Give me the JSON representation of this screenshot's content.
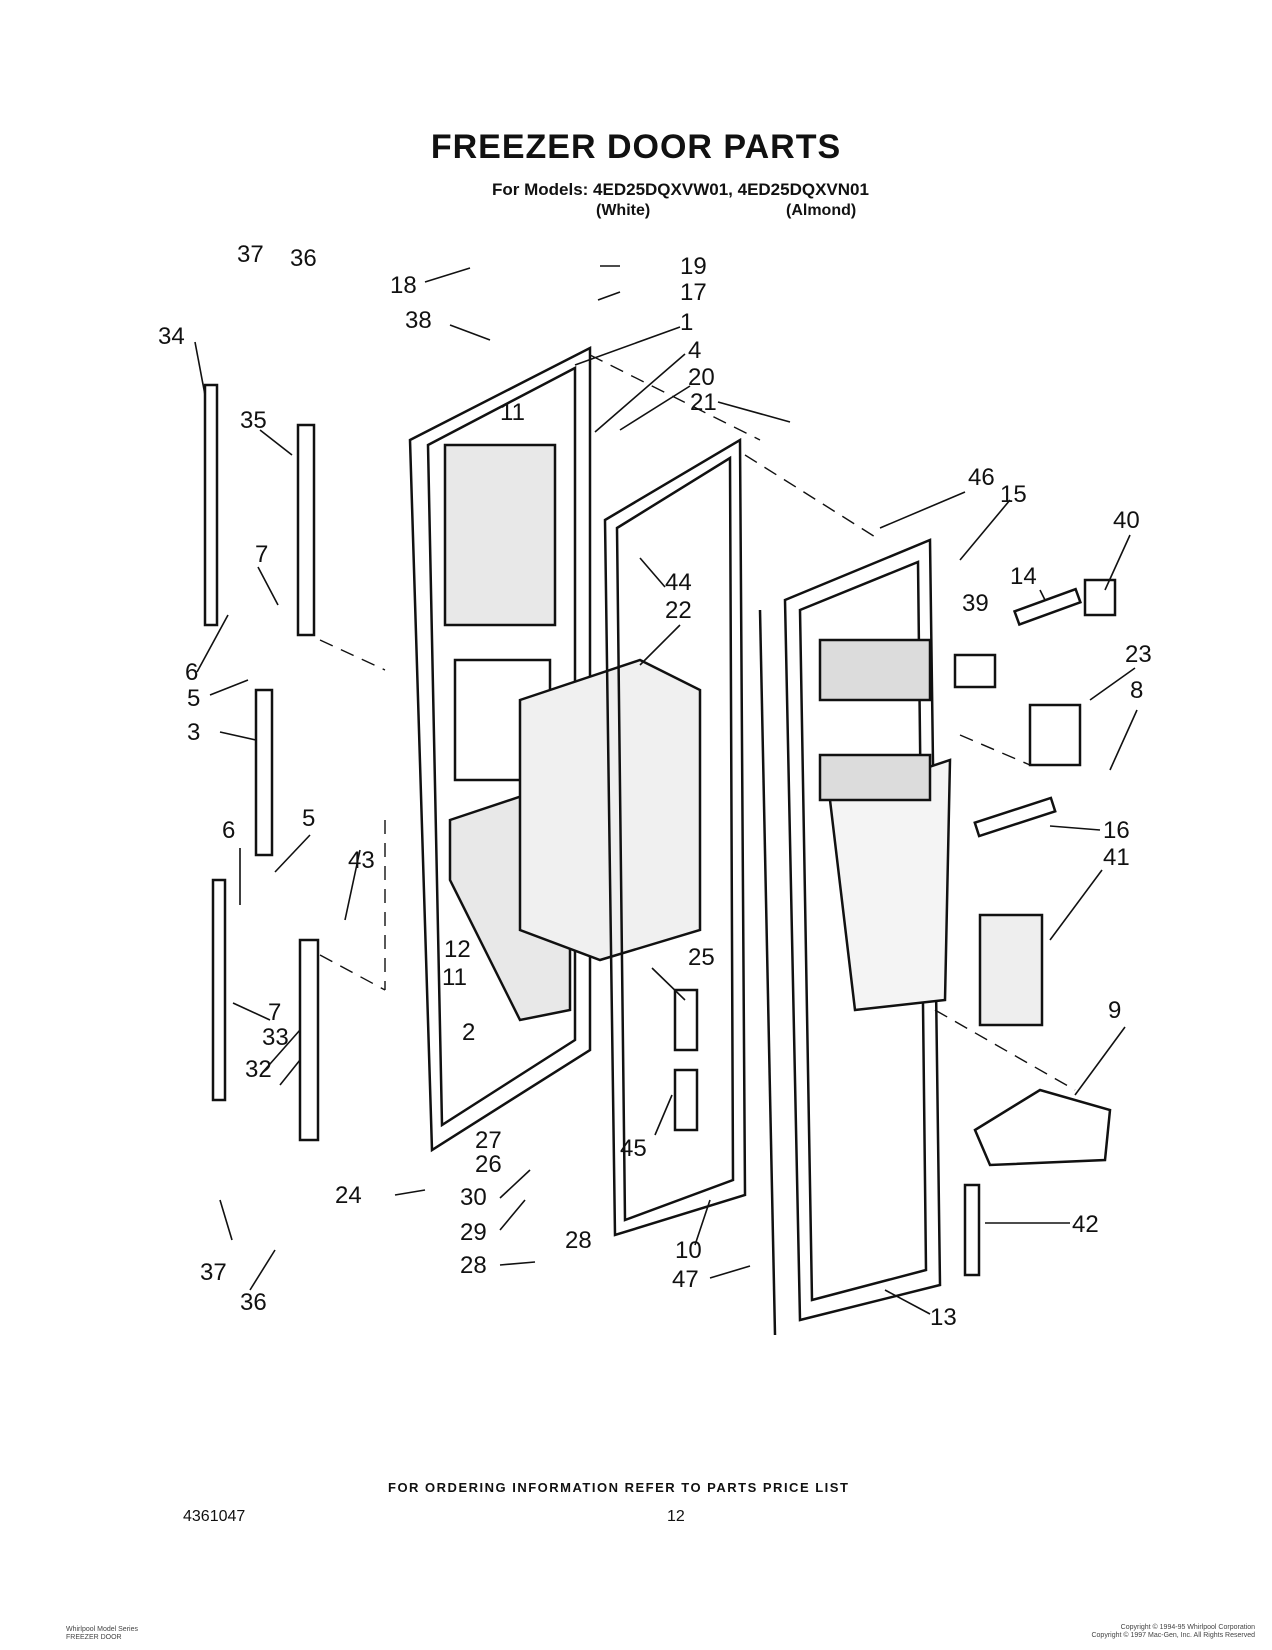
{
  "header": {
    "title": "FREEZER DOOR PARTS",
    "models_line": "For Models: 4ED25DQXVW01, 4ED25DQXVN01",
    "color_white": "(White)",
    "color_almond": "(Almond)"
  },
  "callouts": [
    "37",
    "36",
    "18",
    "19",
    "17",
    "38",
    "1",
    "4",
    "20",
    "21",
    "34",
    "35",
    "11",
    "46",
    "15",
    "40",
    "14",
    "39",
    "7",
    "44",
    "22",
    "23",
    "6",
    "8",
    "5",
    "3",
    "16",
    "41",
    "6",
    "5",
    "43",
    "12",
    "11",
    "25",
    "7",
    "9",
    "33",
    "2",
    "32",
    "27",
    "26",
    "45",
    "24",
    "30",
    "42",
    "29",
    "28",
    "10",
    "28",
    "47",
    "37",
    "36",
    "13"
  ],
  "footer": {
    "notice": "FOR ORDERING INFORMATION REFER TO PARTS PRICE LIST",
    "doc_number": "4361047",
    "page_number": "12",
    "left_small_1": "Whirlpool Model Series",
    "left_small_2": "FREEZER DOOR",
    "right_small_1": "Copyright © 1994-95 Whirlpool Corporation",
    "right_small_2": "Copyright © 1997 Mac-Gen, Inc. All Rights Reserved"
  }
}
